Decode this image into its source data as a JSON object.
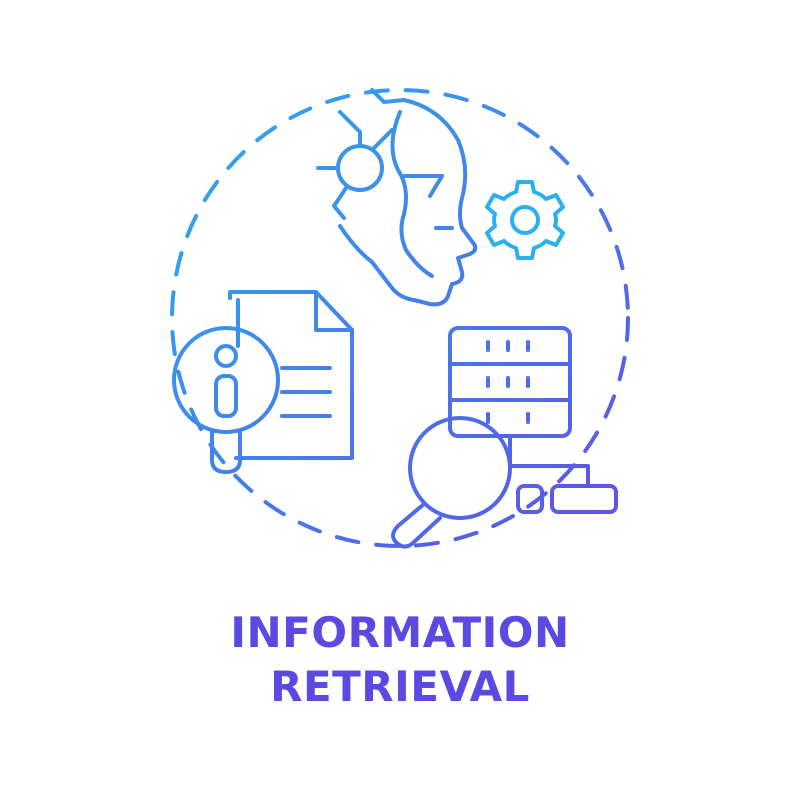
{
  "title": {
    "line1": "INFORMATION",
    "line2": "RETRIEVAL"
  },
  "colors": {
    "gradient_start": "#2ab0f0",
    "gradient_end": "#5f4fe6",
    "text": "#5b49e2",
    "background": "#ffffff"
  },
  "icons": [
    "ai-robot-head-icon",
    "gear-icon",
    "info-magnifier-icon",
    "document-icon",
    "server-database-icon",
    "search-magnifier-icon",
    "dashed-circle-frame"
  ]
}
